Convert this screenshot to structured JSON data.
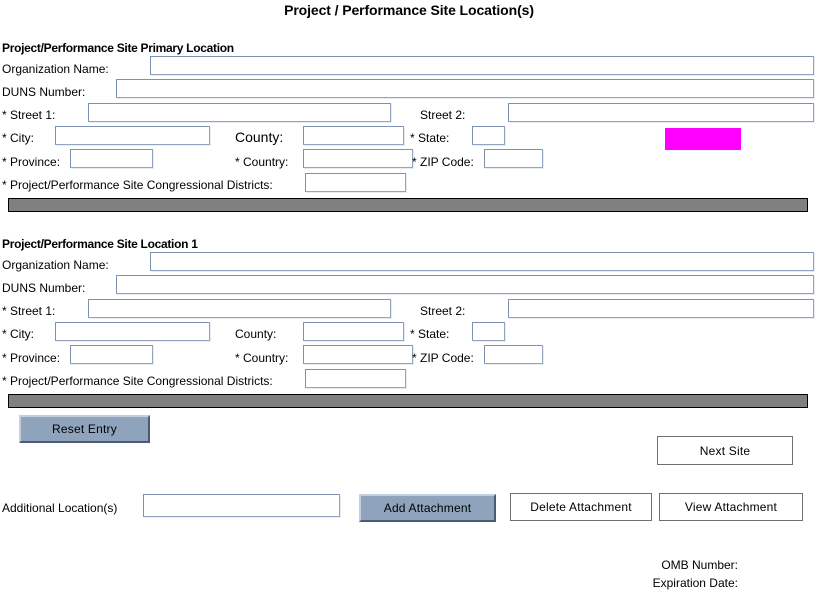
{
  "page": {
    "title": "Project / Performance Site Location(s)"
  },
  "sections": [
    {
      "heading": "Project/Performance Site Primary Location",
      "fields": {
        "organization_name_label": "Organization Name:",
        "organization_name_value": "",
        "duns_number_label": "DUNS Number:",
        "duns_number_value": "",
        "street1_label": "* Street 1:",
        "street1_value": "",
        "street2_label": "Street 2:",
        "street2_value": "",
        "city_label": "* City:",
        "city_value": "",
        "county_label": "County:",
        "county_value": "",
        "state_label": "* State:",
        "state_value": "",
        "province_label": "* Province:",
        "province_value": "",
        "country_label": "* Country:",
        "country_value": "",
        "zip_label": "* ZIP Code:",
        "zip_value": "",
        "districts_label": "* Project/Performance Site Congressional Districts:",
        "districts_value": ""
      }
    },
    {
      "heading": "Project/Performance Site Location 1",
      "fields": {
        "organization_name_label": "Organization Name:",
        "organization_name_value": "",
        "duns_number_label": "DUNS Number:",
        "duns_number_value": "",
        "street1_label": "* Street 1:",
        "street1_value": "",
        "street2_label": "Street 2:",
        "street2_value": "",
        "city_label": "* City:",
        "city_value": "",
        "county_label": "County:",
        "county_value": "",
        "state_label": "* State:",
        "state_value": "",
        "province_label": "* Province:",
        "province_value": "",
        "country_label": "* Country:",
        "country_value": "",
        "zip_label": "* ZIP Code:",
        "zip_value": "",
        "districts_label": "* Project/Performance Site Congressional Districts:",
        "districts_value": ""
      }
    }
  ],
  "actions": {
    "reset_entry": "Reset Entry",
    "next_site": "Next Site",
    "additional_locations_label": "Additional Location(s)",
    "additional_locations_value": "",
    "add_attachment": "Add Attachment",
    "delete_attachment": "Delete Attachment",
    "view_attachment": "View  Attachment"
  },
  "footer": {
    "omb_number": "OMB Number:",
    "expiration_date": "Expiration Date:"
  },
  "colors": {
    "highlight_block": "#ff00ff",
    "divider": "#808080",
    "button_raised": "#8fa3bd",
    "field_border": "#8296b4"
  }
}
